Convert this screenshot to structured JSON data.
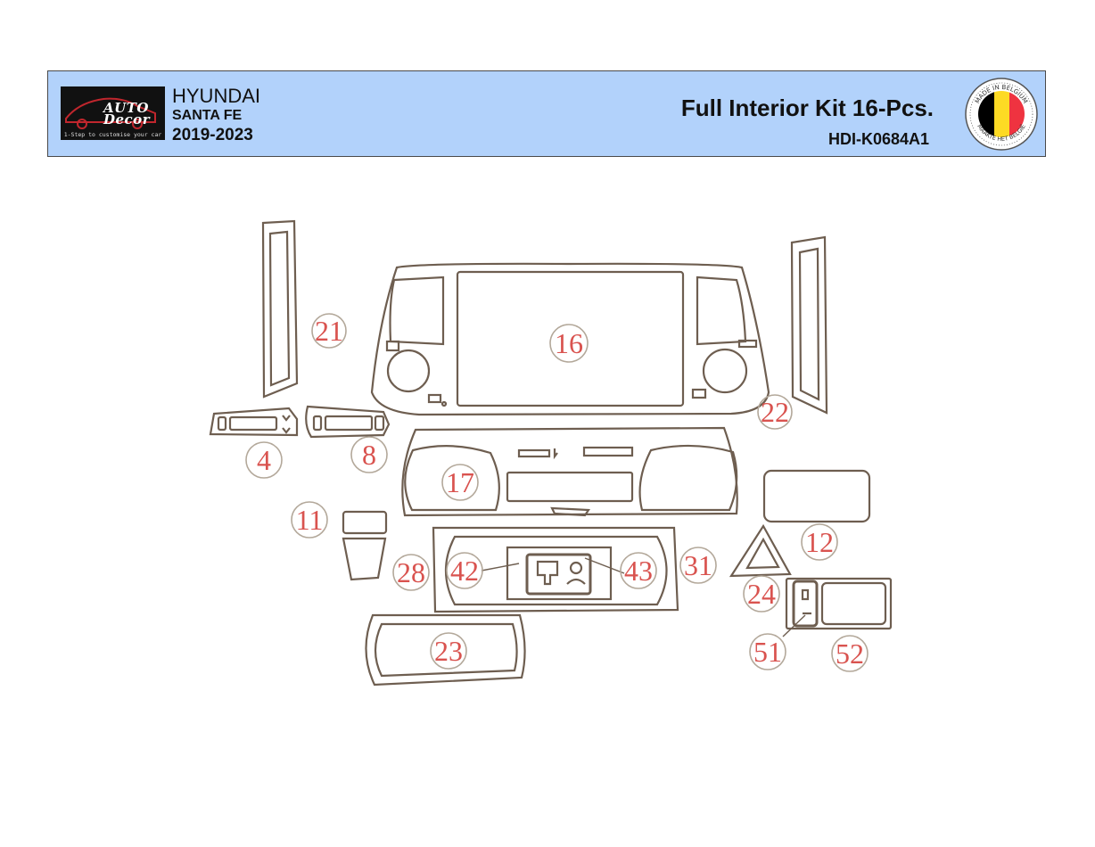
{
  "header": {
    "logo_text": "AUTO Decor",
    "logo_tagline": "1-Step to customise your car",
    "brand": "HYUNDAI",
    "model": "SANTA FE",
    "years": "2019-2023",
    "kit_title": "Full Interior Kit 16-Pcs.",
    "sku": "HDI-K0684A1",
    "badge_top": "MADE IN BELGIUM",
    "badge_bottom": "MAAKTE HET BELGIË"
  },
  "colors": {
    "header_bg": "#b2d2fb",
    "outline": "#8a7a6a",
    "label": "#d9534f",
    "flag_black": "#000000",
    "flag_yellow": "#fdda24",
    "flag_red": "#ef3340"
  },
  "part_labels": {
    "p4": "4",
    "p8": "8",
    "p11": "11",
    "p12": "12",
    "p16": "16",
    "p17": "17",
    "p21": "21",
    "p22": "22",
    "p23": "23",
    "p24": "24",
    "p28": "28",
    "p31": "31",
    "p42": "42",
    "p43": "43",
    "p51": "51",
    "p52": "52"
  }
}
